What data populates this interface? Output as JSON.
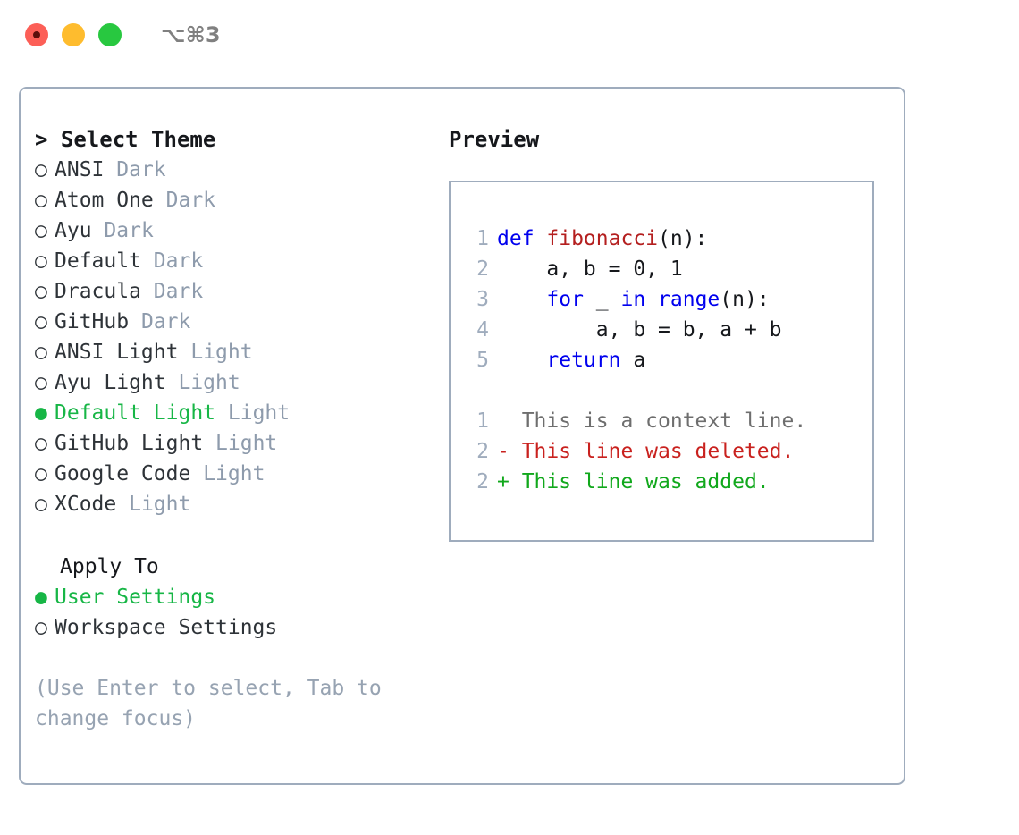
{
  "window": {
    "traffic_lights": [
      "close",
      "minimize",
      "maximize"
    ],
    "shortcut_label": "⌥⌘3",
    "accent_green": "#17b646",
    "muted_slate": "#8e9bac",
    "border_color": "#9facbd"
  },
  "theme_picker": {
    "header": "> Select Theme",
    "items": [
      {
        "marker": "○",
        "name": "ANSI",
        "tag": "Dark",
        "selected": false
      },
      {
        "marker": "○",
        "name": "Atom One",
        "tag": "Dark",
        "selected": false
      },
      {
        "marker": "○",
        "name": "Ayu",
        "tag": "Dark",
        "selected": false
      },
      {
        "marker": "○",
        "name": "Default",
        "tag": "Dark",
        "selected": false
      },
      {
        "marker": "○",
        "name": "Dracula",
        "tag": "Dark",
        "selected": false
      },
      {
        "marker": "○",
        "name": "GitHub",
        "tag": "Dark",
        "selected": false
      },
      {
        "marker": "○",
        "name": "ANSI Light",
        "tag": "Light",
        "selected": false
      },
      {
        "marker": "○",
        "name": "Ayu Light",
        "tag": "Light",
        "selected": false
      },
      {
        "marker": "●",
        "name": "Default Light",
        "tag": "Light",
        "selected": true
      },
      {
        "marker": "○",
        "name": "GitHub Light",
        "tag": "Light",
        "selected": false
      },
      {
        "marker": "○",
        "name": "Google Code",
        "tag": "Light",
        "selected": false
      },
      {
        "marker": "○",
        "name": "XCode",
        "tag": "Light",
        "selected": false
      }
    ]
  },
  "apply_to": {
    "title": "Apply To",
    "options": [
      {
        "marker": "●",
        "label": "User Settings",
        "selected": true
      },
      {
        "marker": "○",
        "label": "Workspace Settings",
        "selected": false
      }
    ]
  },
  "hint": "(Use Enter to select, Tab to change focus)",
  "preview": {
    "title": "Preview",
    "code_lines": [
      {
        "num": "1",
        "tokens": [
          {
            "t": "def ",
            "c": "kw"
          },
          {
            "t": "fibonacci",
            "c": "fn"
          },
          {
            "t": "(n):",
            "c": "plain"
          }
        ]
      },
      {
        "num": "2",
        "tokens": [
          {
            "t": "    a, b = 0, 1",
            "c": "plain"
          }
        ]
      },
      {
        "num": "3",
        "tokens": [
          {
            "t": "    ",
            "c": "plain"
          },
          {
            "t": "for",
            "c": "kw"
          },
          {
            "t": " _ ",
            "c": "plain"
          },
          {
            "t": "in",
            "c": "kw"
          },
          {
            "t": " ",
            "c": "plain"
          },
          {
            "t": "range",
            "c": "kw"
          },
          {
            "t": "(n):",
            "c": "plain"
          }
        ]
      },
      {
        "num": "4",
        "tokens": [
          {
            "t": "        a, b = b, a + b",
            "c": "plain"
          }
        ]
      },
      {
        "num": "5",
        "tokens": [
          {
            "t": "    ",
            "c": "plain"
          },
          {
            "t": "return",
            "c": "kw"
          },
          {
            "t": " a",
            "c": "plain"
          }
        ]
      }
    ],
    "diff_lines": [
      {
        "num": "1",
        "text": "  This is a context line.",
        "kind": "ctx"
      },
      {
        "num": "2",
        "text": "- This line was deleted.",
        "kind": "del"
      },
      {
        "num": "2",
        "text": "+ This line was added.",
        "kind": "add"
      }
    ]
  }
}
